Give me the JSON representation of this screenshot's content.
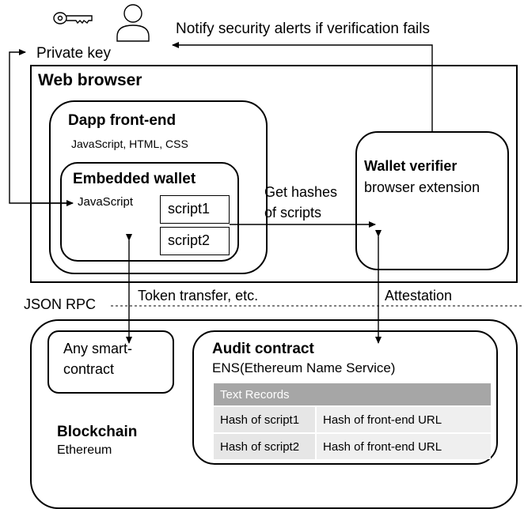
{
  "top": {
    "private_key": "Private key",
    "notify": "Notify security alerts if verification fails"
  },
  "browser": {
    "title": "Web browser"
  },
  "dapp": {
    "title": "Dapp front-end",
    "subtitle": "JavaScript, HTML, CSS"
  },
  "wallet": {
    "title": "Embedded wallet",
    "lang": "JavaScript",
    "scripts": [
      "script1",
      "script2"
    ]
  },
  "verifier": {
    "title": "Wallet verifier",
    "subtitle": "browser extension"
  },
  "arrows": {
    "get_hashes_line1": "Get hashes",
    "get_hashes_line2": "of scripts",
    "json_rpc": "JSON RPC",
    "token_transfer": "Token transfer, etc.",
    "attestation": "Attestation"
  },
  "blockchain": {
    "any_contract_line1": "Any smart-",
    "any_contract_line2": "contract",
    "audit_title": "Audit contract",
    "audit_subtitle": "ENS(Ethereum Name Service)",
    "records_header": "Text Records",
    "records": [
      {
        "hash": "Hash of script1",
        "url": "Hash of front-end URL"
      },
      {
        "hash": "Hash of script2",
        "url": "Hash of front-end URL"
      }
    ],
    "title": "Blockchain",
    "subtitle": "Ethereum"
  },
  "colors": {
    "table_header": "#a6a6a6",
    "table_cell": "#e6e6e6"
  }
}
